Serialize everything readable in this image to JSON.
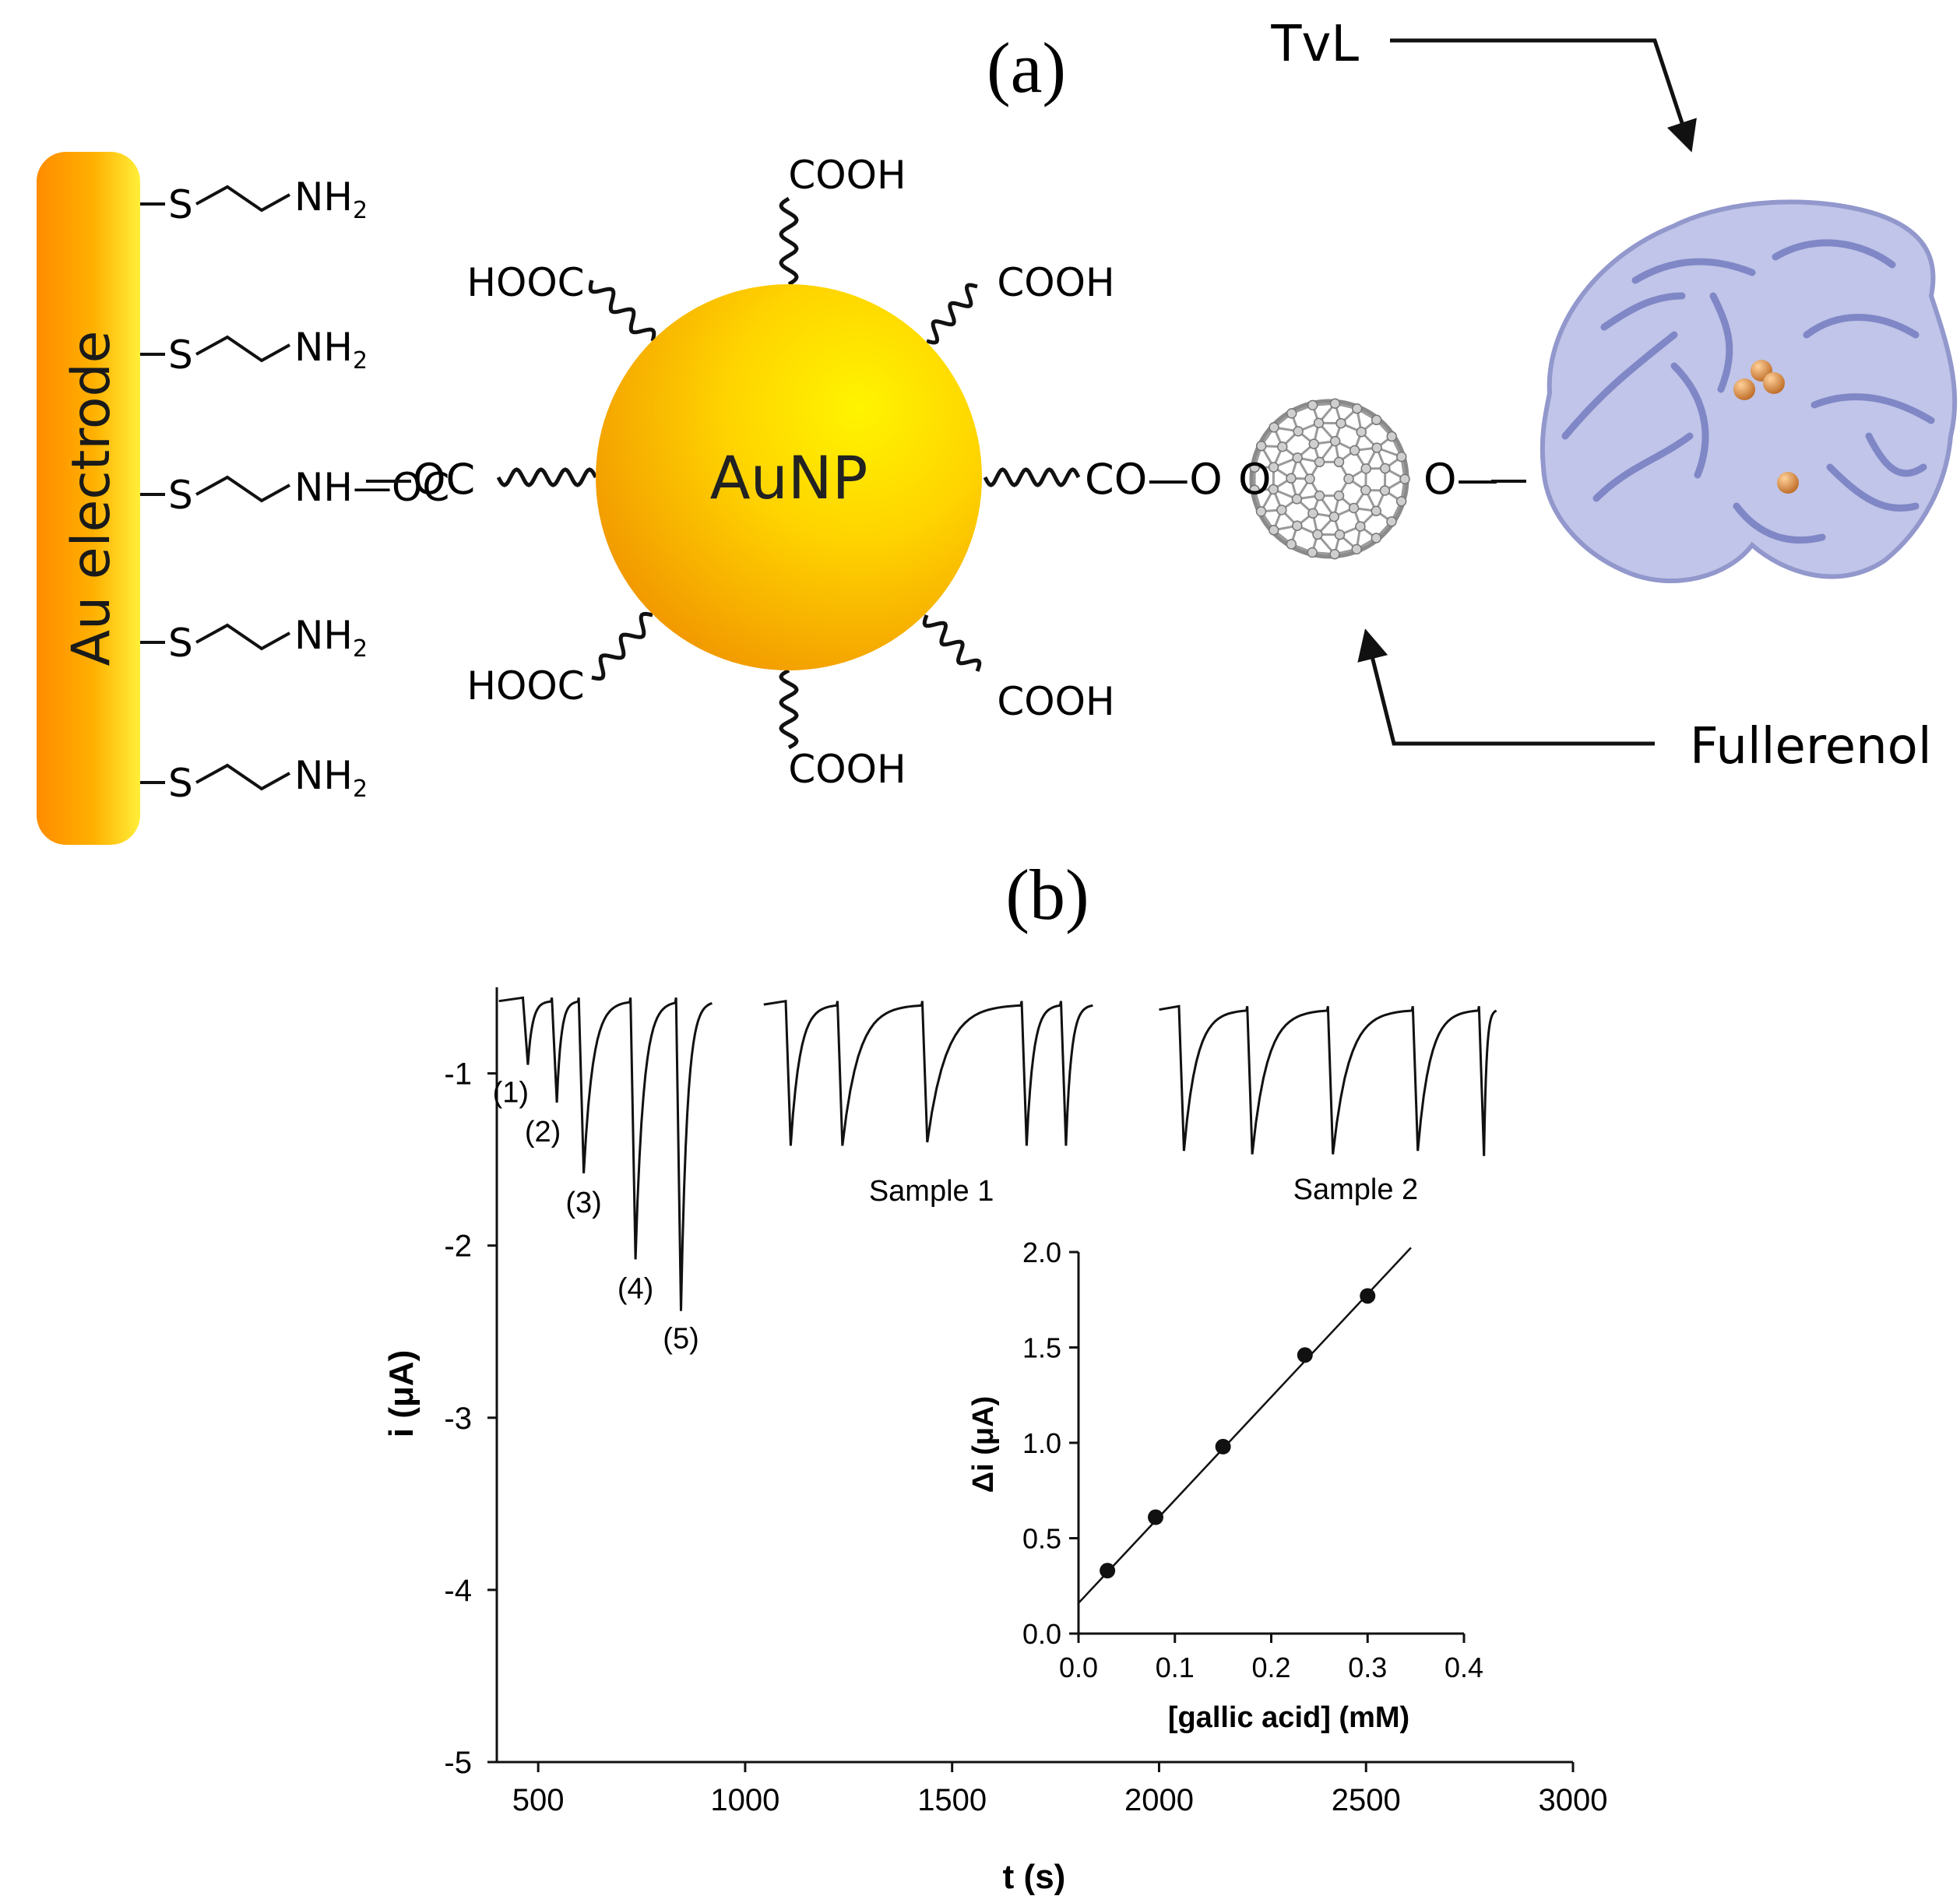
{
  "panel_a": {
    "label": "(a)",
    "electrode_label": "Au electrode",
    "nanoparticle_label": "AuNP",
    "linker_groups": [
      {
        "s": "S",
        "end": "NH",
        "sub": "2"
      },
      {
        "s": "S",
        "end": "NH",
        "sub": "2"
      },
      {
        "s": "S",
        "end": "NH—OC",
        "sub": ""
      },
      {
        "s": "S",
        "end": "NH",
        "sub": "2"
      },
      {
        "s": "S",
        "end": "NH",
        "sub": "2"
      }
    ],
    "carboxyl_top": "COOH",
    "carboxyl_top_right": "COOH",
    "carboxyl_top_left": "HOOC",
    "carboxyl_bottom_left": "HOOC",
    "carboxyl_bottom_right": "COOH",
    "carboxyl_bottom": "COOH",
    "ester_left": "CO—O",
    "ester_right": "O—",
    "enzyme_label": "TvL",
    "fullerene_label": "Fullerenol",
    "colors": {
      "electrode_top": "#ff9a00",
      "electrode_bottom": "#ffe23a",
      "nanoparticle_core": "#ffe600",
      "nanoparticle_edge": "#f5a200",
      "enzyme": "#9aa0d6",
      "copper": "#d9822b"
    }
  },
  "panel_b": {
    "label": "(b)",
    "main_chart_data": {
      "type": "line",
      "xlabel": "t (s)",
      "ylabel": "i (μA)",
      "xlim": [
        400,
        3000
      ],
      "ylim": [
        -5,
        -0.5
      ],
      "xticks": [
        500,
        1000,
        1500,
        2000,
        2500,
        3000
      ],
      "yticks": [
        -1,
        -2,
        -3,
        -4,
        -5
      ],
      "baseline": -0.6,
      "calibration_peaks": [
        {
          "label": "(1)",
          "t": 475,
          "i": -0.95
        },
        {
          "label": "(2)",
          "t": 545,
          "i": -1.17
        },
        {
          "label": "(3)",
          "t": 610,
          "i": -1.58
        },
        {
          "label": "(4)",
          "t": 735,
          "i": -2.08
        },
        {
          "label": "(5)",
          "t": 845,
          "i": -2.38
        }
      ],
      "sample_groups": [
        {
          "label": "Sample 1",
          "peaks": [
            {
              "t": 1110,
              "i": -1.42
            },
            {
              "t": 1235,
              "i": -1.42
            },
            {
              "t": 1440,
              "i": -1.4
            },
            {
              "t": 1680,
              "i": -1.42
            },
            {
              "t": 1775,
              "i": -1.42
            }
          ]
        },
        {
          "label": "Sample 2",
          "peaks": [
            {
              "t": 2060,
              "i": -1.45
            },
            {
              "t": 2225,
              "i": -1.47
            },
            {
              "t": 2420,
              "i": -1.47
            },
            {
              "t": 2625,
              "i": -1.45
            },
            {
              "t": 2785,
              "i": -1.48
            }
          ]
        }
      ]
    },
    "inset_chart_data": {
      "type": "scatter",
      "xlabel": "[gallic acid] (mM)",
      "ylabel": "Δi (μA)",
      "xlim": [
        0,
        0.4
      ],
      "ylim": [
        0,
        2.0
      ],
      "xticks": [
        "0.0",
        "0.1",
        "0.2",
        "0.3",
        "0.4"
      ],
      "yticks": [
        "0.0",
        "0.5",
        "1.0",
        "1.5",
        "2.0"
      ],
      "points": [
        {
          "x": 0.03,
          "y": 0.33
        },
        {
          "x": 0.08,
          "y": 0.61
        },
        {
          "x": 0.15,
          "y": 0.98
        },
        {
          "x": 0.235,
          "y": 1.46
        },
        {
          "x": 0.3,
          "y": 1.77
        }
      ],
      "fit": {
        "intercept": 0.16,
        "slope": 5.4
      }
    }
  }
}
